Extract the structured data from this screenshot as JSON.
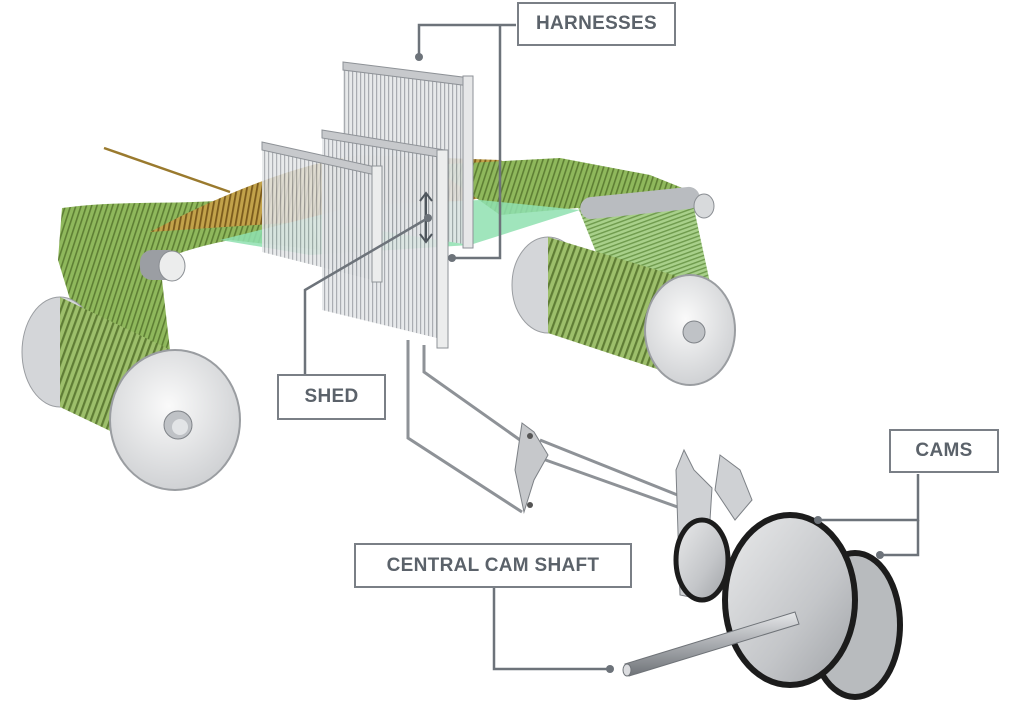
{
  "labels": {
    "harnesses": "HARNESSES",
    "shed": "SHED",
    "cams": "CAMS",
    "central_cam_shaft": "CENTRAL CAM SHAFT"
  },
  "colors": {
    "warp_green": "#7fa84f",
    "warp_brown": "#9a7a2e",
    "shed_mint": "#8fe0b0",
    "metal_grey": "#b9bcc0",
    "frame_grey": "#d8dadc",
    "leader_line": "#6d737a",
    "cam_rim": "#1c1c1c",
    "label_text": "#5b626a"
  }
}
